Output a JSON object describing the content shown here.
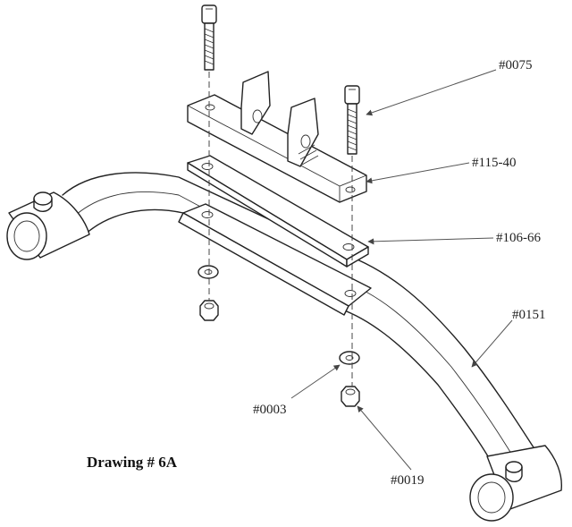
{
  "drawing": {
    "title": "Drawing # 6A",
    "parts": {
      "bolts": "#0075",
      "clamp_plate": "#115-40",
      "spacer_plate": "#106-66",
      "frame_tube": "#0151",
      "washer": "#0003",
      "nut": "#0019"
    }
  }
}
